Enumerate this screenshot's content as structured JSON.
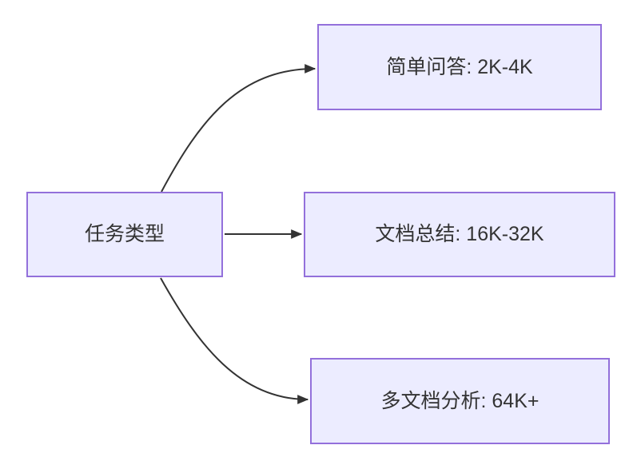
{
  "diagram": {
    "type": "flowchart-left-to-right",
    "root": {
      "id": "task-type",
      "label": "任务类型"
    },
    "branches": [
      {
        "id": "simple-qa",
        "label": "简单问答: 2K-4K"
      },
      {
        "id": "doc-summary",
        "label": "文档总结: 16K-32K"
      },
      {
        "id": "multi-doc",
        "label": "多文档分析: 64K+"
      }
    ],
    "edges": [
      {
        "from": "task-type",
        "to": "simple-qa"
      },
      {
        "from": "task-type",
        "to": "doc-summary"
      },
      {
        "from": "task-type",
        "to": "multi-doc"
      }
    ],
    "colors": {
      "node_fill": "#ECECFF",
      "node_border": "#9370DB",
      "arrow": "#333333",
      "text": "#333333",
      "background": "#FFFFFF"
    }
  }
}
